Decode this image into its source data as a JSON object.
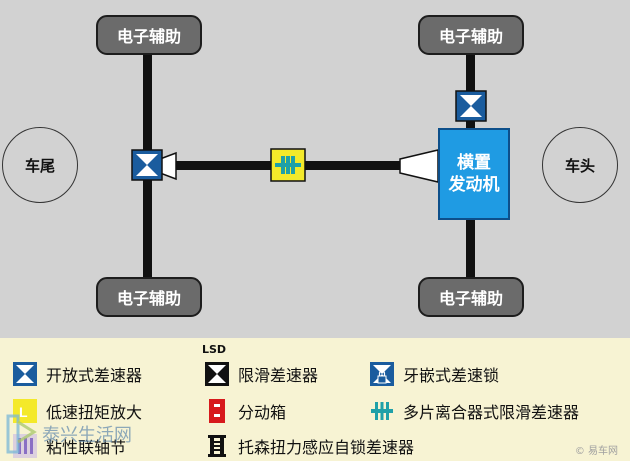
{
  "diagram": {
    "wheels": {
      "rear_left": "电子辅助",
      "front_left": "电子辅助",
      "rear_right": "电子辅助",
      "front_right": "电子辅助"
    },
    "rear_label": "车尾",
    "front_label": "车头",
    "engine_line1": "横置",
    "engine_line2": "发动机",
    "colors": {
      "background": "#d2d2d2",
      "wheel_fill": "#6b6b6b",
      "engine_fill": "#1f9be3",
      "diff_blue": "#1a5c9e",
      "coupling_yellow": "#f4e92a",
      "legend_bg": "#f7f3d3"
    }
  },
  "legend": {
    "open_diff": "开放式差速器",
    "lsd_badge": "LSD",
    "lsd": "限滑差速器",
    "locking_diff": "牙嵌式差速锁",
    "torque_amplifier": "低速扭矩放大",
    "transfer_case": "分动箱",
    "multi_plate": "多片离合器式限滑差速器",
    "viscous": "粘性联轴节",
    "torsen": "托森扭力感应自锁差速器"
  },
  "watermark": {
    "text": "泰兴生活网",
    "corner": "© 易车网"
  }
}
